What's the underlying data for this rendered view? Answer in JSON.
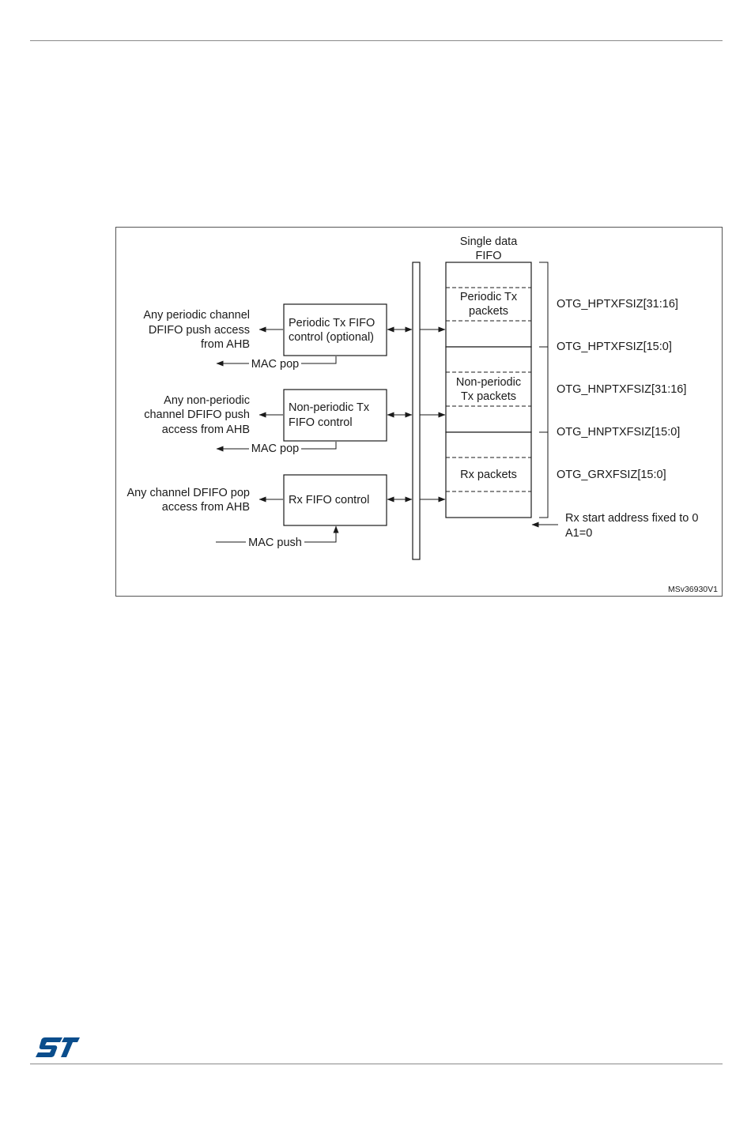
{
  "colors": {
    "ink": "#1a1a1a",
    "rule": "#8a8a8a",
    "logo": "#0a4d8c"
  },
  "logo": {
    "brand": "ST"
  },
  "diagram": {
    "fifo_title_line1": "Single data",
    "fifo_title_line2": "FIFO",
    "fifo_sections": {
      "periodic_line1": "Periodic Tx",
      "periodic_line2": "packets",
      "nonperiodic_line1": "Non-periodic",
      "nonperiodic_line2": "Tx packets",
      "rx": "Rx packets"
    },
    "controls": {
      "periodic_line1": "Periodic Tx FIFO",
      "periodic_line2": "control (optional)",
      "nonperiodic_line1": "Non-periodic Tx",
      "nonperiodic_line2": "FIFO control",
      "rx": "Rx FIFO control"
    },
    "access": {
      "periodic_line1": "Any periodic channel",
      "periodic_line2": "DFIFO push access",
      "periodic_line3": "from AHB",
      "nonperiodic_line1": "Any non-periodic",
      "nonperiodic_line2": "channel DFIFO push",
      "nonperiodic_line3": "access from AHB",
      "rx_line1": "Any channel DFIFO pop",
      "rx_line2": "access from AHB"
    },
    "mac": {
      "pop1": "MAC pop",
      "pop2": "MAC pop",
      "push": "MAC push"
    },
    "registers": [
      "OTG_HPTXFSIZ[31:16]",
      "OTG_HPTXFSIZ[15:0]",
      "OTG_HNPTXFSIZ[31:16]",
      "OTG_HNPTXFSIZ[15:0]",
      "OTG_GRXFSIZ[15:0]"
    ],
    "rx_start_line1": "Rx start address fixed to 0",
    "rx_start_line2": "A1=0",
    "figure_code": "MSv36930V1"
  }
}
